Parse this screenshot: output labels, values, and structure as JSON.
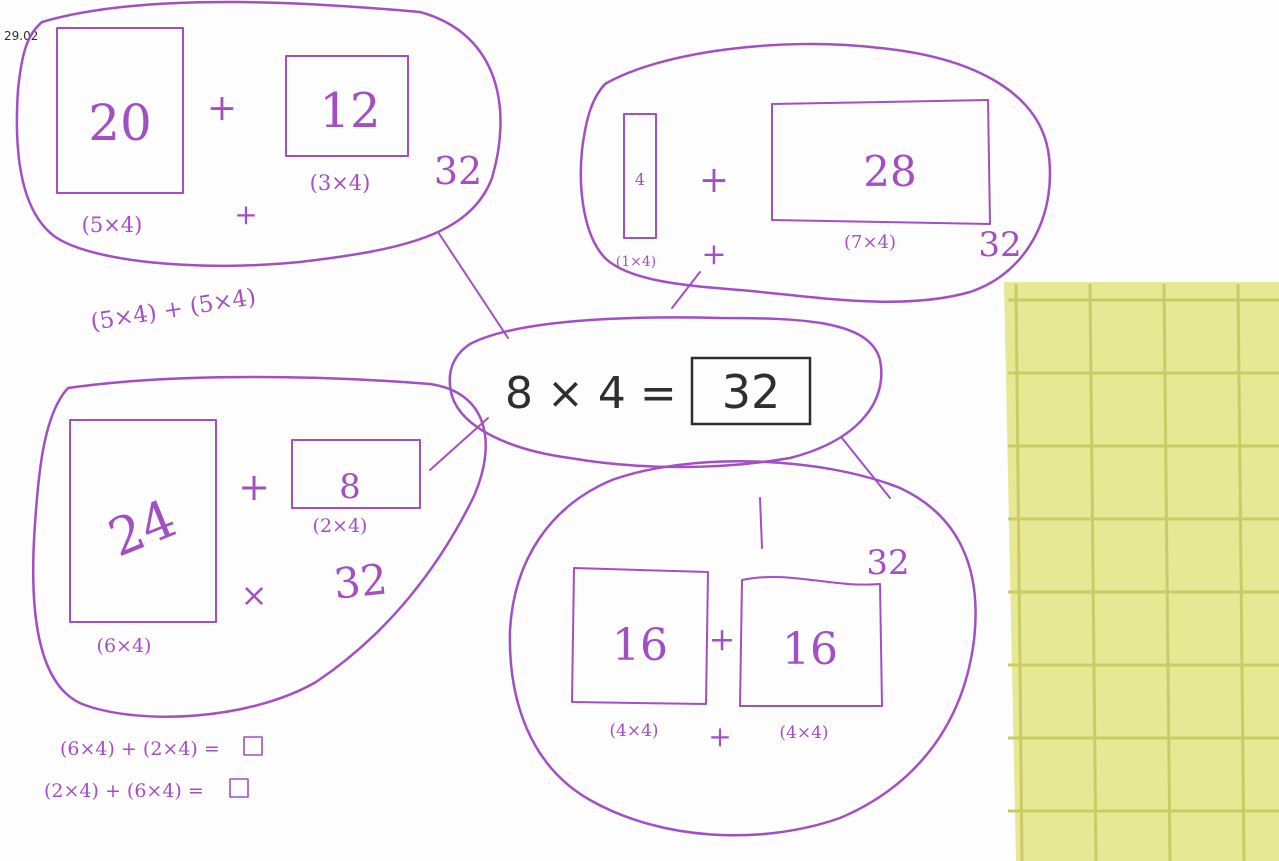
{
  "central": {
    "expression": "8 × 4 =",
    "answer": "32"
  },
  "corner_scribble": "29.02",
  "top_left": {
    "left_value": "20",
    "left_label": "(5×4)",
    "plus_top": "+",
    "plus_bottom": "+",
    "right_value": "12",
    "right_label": "(3×4)",
    "total": "32",
    "expression": "(5×4) + (5×4)"
  },
  "top_right": {
    "left_value": "4",
    "left_label": "(1×4)",
    "plus_top": "+",
    "plus_bottom": "+",
    "right_value": "28",
    "right_label": "(7×4)",
    "total": "32"
  },
  "bottom_left": {
    "left_value": "24",
    "left_label": "(6×4)",
    "plus": "+",
    "right_value": "8",
    "right_label": "(2×4)",
    "times": "×",
    "total": "32"
  },
  "bottom_right": {
    "left_value": "16",
    "left_label": "(4×4)",
    "plus_between": "+",
    "plus_bottom": "+",
    "right_value": "16",
    "right_label": "(4×4)",
    "total": "32"
  },
  "equations": [
    "(6×4) + (2×4) =",
    "(2×4) + (6×4) ="
  ],
  "colors": {
    "ink": "#a34fc4",
    "pen": "#2f2f2f",
    "grid_mat": "#e6e893",
    "grid_lines": "#c9cc66",
    "paper": "#ffffff"
  }
}
